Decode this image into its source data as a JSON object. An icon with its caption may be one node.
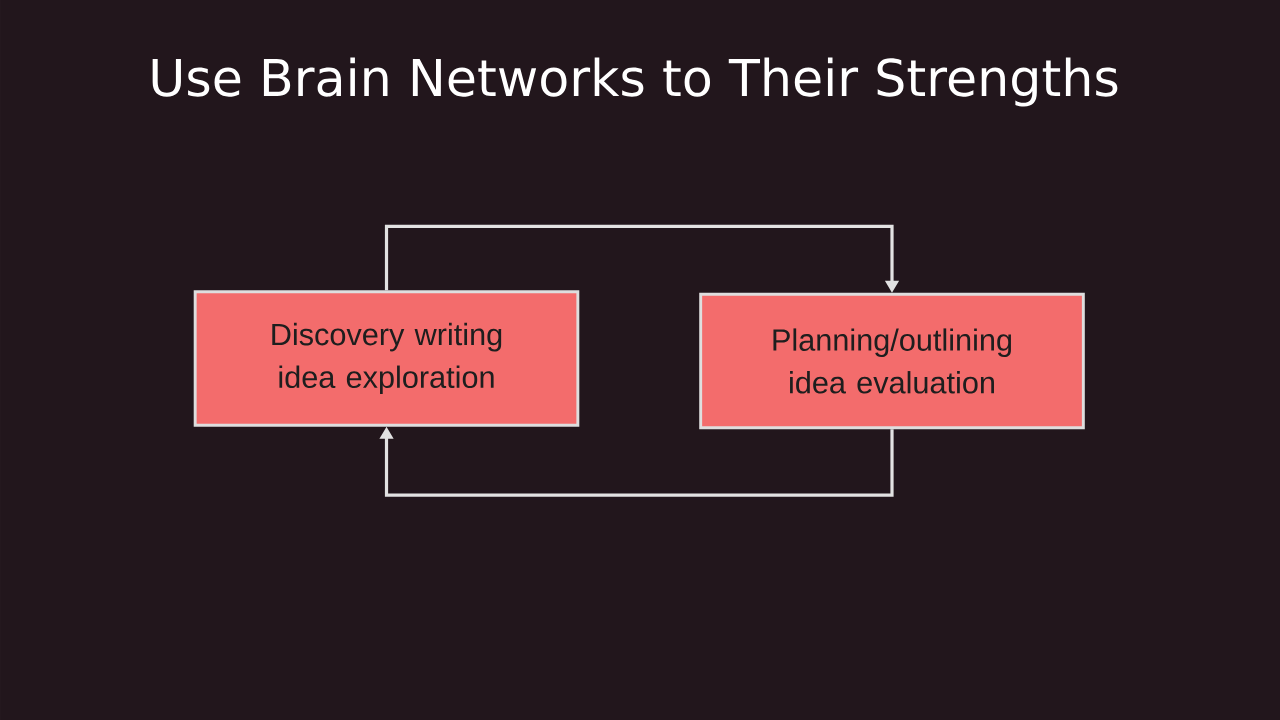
{
  "diagram": {
    "title": "Use Brain Networks to Their Strengths",
    "nodes": [
      {
        "text": [
          "Discovery writing idea exploration"
        ]
      },
      {
        "text": [
          "Planning/outlining idea evaluation"
        ]
      }
    ],
    "edges": [
      {
        "from": 0,
        "to": 1,
        "arrow": "to"
      },
      {
        "from": 1,
        "to": 0,
        "arrow": "to"
      }
    ]
  }
}
